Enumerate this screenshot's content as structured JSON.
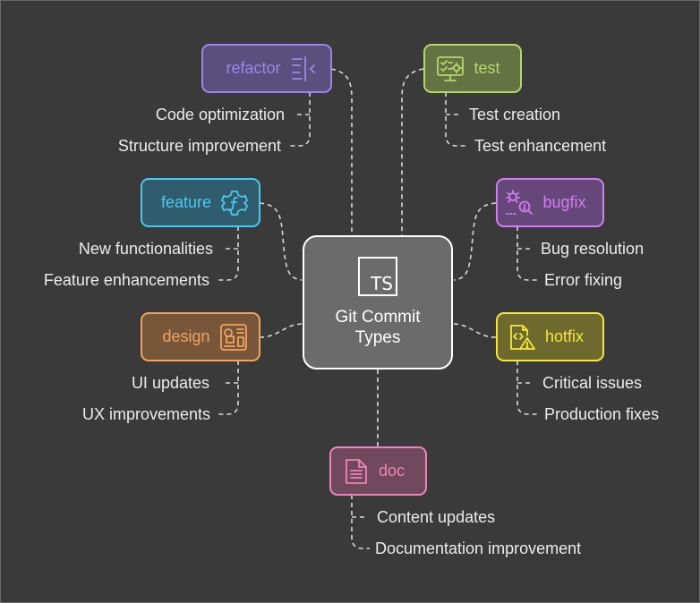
{
  "center": {
    "title": "Git Commit Types",
    "icon": "typescript-icon",
    "text": "TS"
  },
  "types": {
    "refactor": {
      "label": "refactor",
      "icon": "indent-outdent-icon",
      "color": "#9b86e8",
      "bg": "#5a507e",
      "items": [
        "Code optimization",
        "Structure improvement"
      ]
    },
    "test": {
      "label": "test",
      "icon": "test-settings-icon",
      "color": "#b6d86a",
      "bg": "#657243",
      "items": [
        "Test creation",
        "Test enhancement"
      ]
    },
    "feature": {
      "label": "feature",
      "icon": "function-gear-icon",
      "color": "#4cc8ee",
      "bg": "#2f5d6e",
      "items": [
        "New functionalities",
        "Feature enhancements"
      ]
    },
    "bugfix": {
      "label": "bugfix",
      "icon": "bug-search-icon",
      "color": "#d07ef0",
      "bg": "#66477a",
      "items": [
        "Bug resolution",
        "Error fixing"
      ]
    },
    "design": {
      "label": "design",
      "icon": "design-layout-icon",
      "color": "#f3a35c",
      "bg": "#77563a",
      "items": [
        "UI updates",
        "UX improvements"
      ]
    },
    "hotfix": {
      "label": "hotfix",
      "icon": "code-warning-icon",
      "color": "#f6e73a",
      "bg": "#6e6a2d",
      "items": [
        "Critical issues",
        "Production fixes"
      ]
    },
    "doc": {
      "label": "doc",
      "icon": "document-icon",
      "color": "#ef84ba",
      "bg": "#70495d",
      "items": [
        "Content updates",
        "Documentation improvement"
      ]
    }
  },
  "colors": {
    "background": "#3a3a3a",
    "connector": "#d8d8d8",
    "text": "#ececec"
  }
}
